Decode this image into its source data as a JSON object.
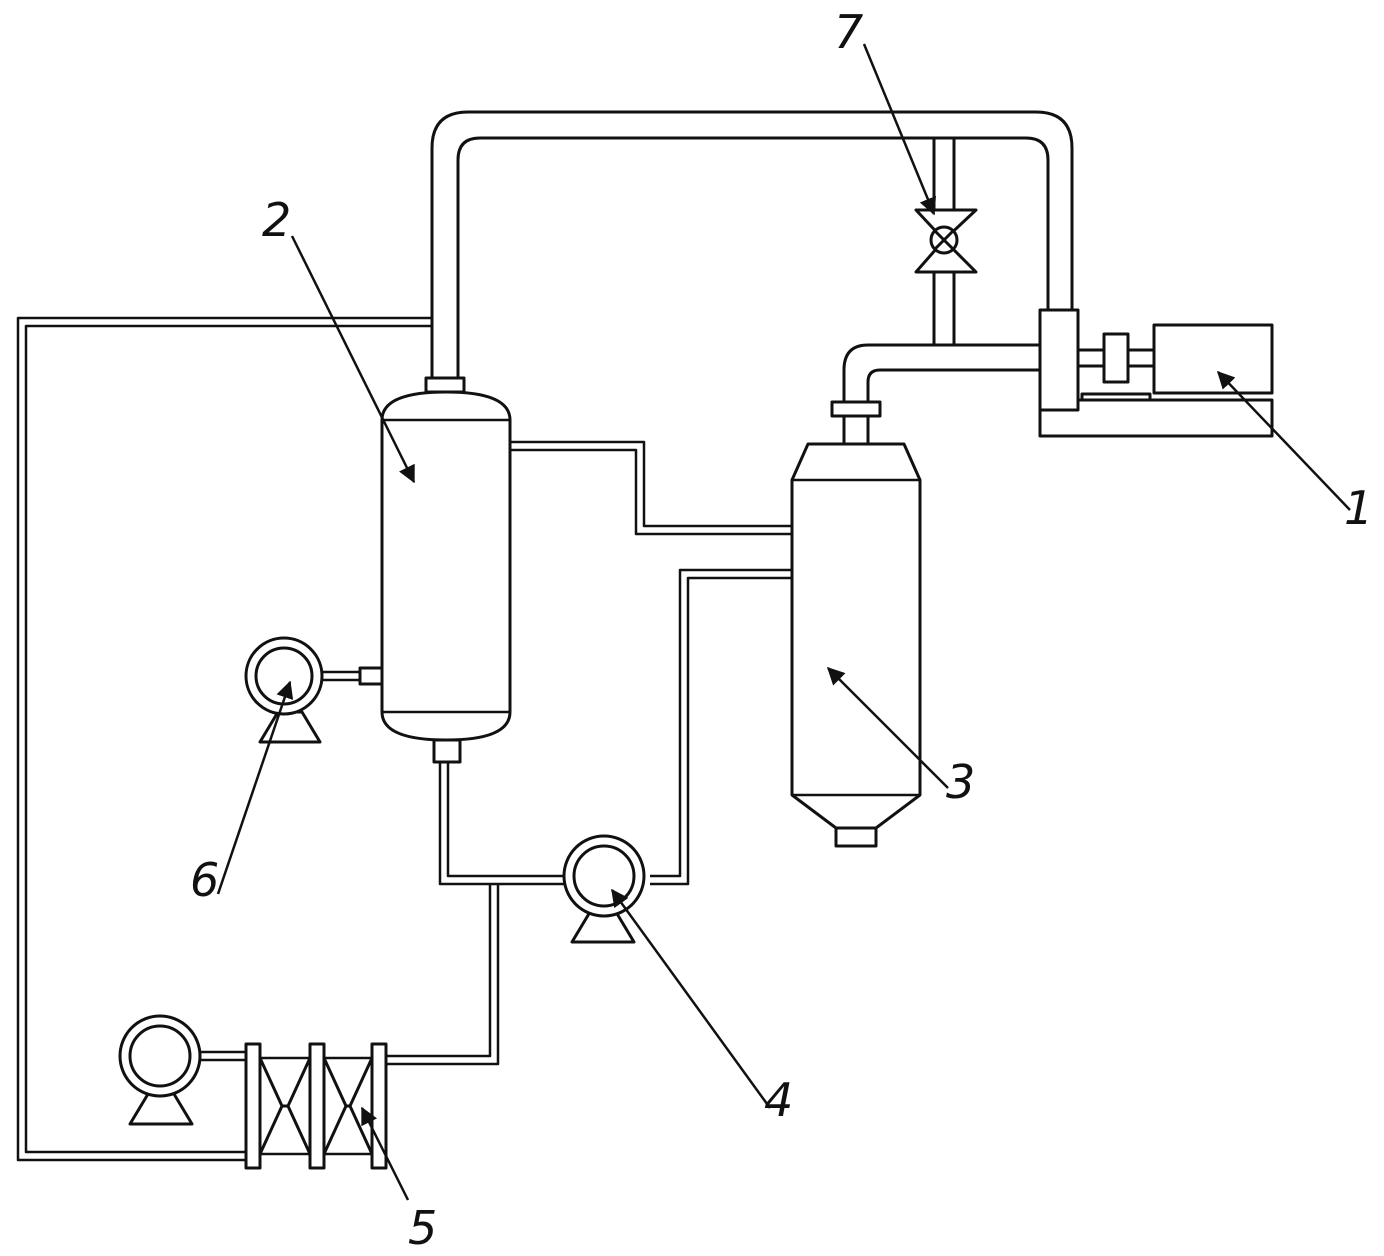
{
  "diagram": {
    "labels": [
      {
        "id": "1",
        "text": "1"
      },
      {
        "id": "2",
        "text": "2"
      },
      {
        "id": "3",
        "text": "3"
      },
      {
        "id": "4",
        "text": "4"
      },
      {
        "id": "5",
        "text": "5"
      },
      {
        "id": "6",
        "text": "6"
      },
      {
        "id": "7",
        "text": "7"
      }
    ],
    "colors": {
      "line": "#111111",
      "background": "#ffffff"
    }
  }
}
